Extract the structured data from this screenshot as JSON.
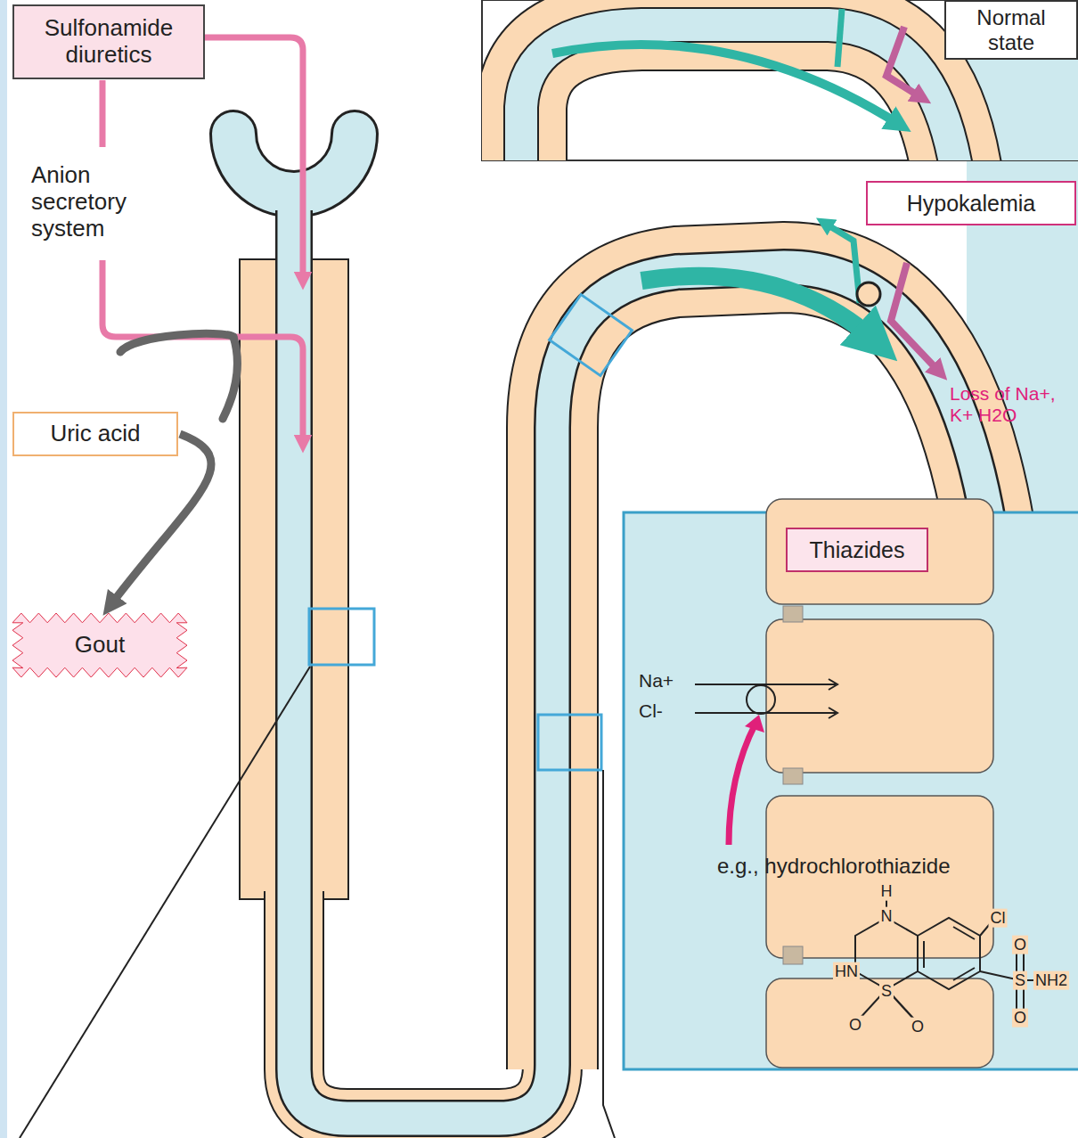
{
  "diagram": {
    "nodes": [
      {
        "text": [
          "Sulfonamide diuretics"
        ]
      },
      {
        "text": [
          "Normal state"
        ]
      },
      {
        "text": [
          "Hypokalemia"
        ]
      },
      {
        "text": [
          "Uric acid"
        ]
      },
      {
        "text": [
          "Gout"
        ]
      },
      {
        "text": [
          "Thiazides"
        ]
      }
    ],
    "edges": [
      {
        "from": 3,
        "to": 4,
        "arrow": "to"
      }
    ],
    "labels": [
      "Anion secretory system",
      "Loss of Na+, K+ H2O",
      "Na+",
      "Cl-",
      "e.g., hydrochlorothiazide",
      "H",
      "N",
      "HN",
      "S",
      "O",
      "O",
      "Cl",
      "O",
      "S",
      "NH2",
      "O"
    ]
  }
}
